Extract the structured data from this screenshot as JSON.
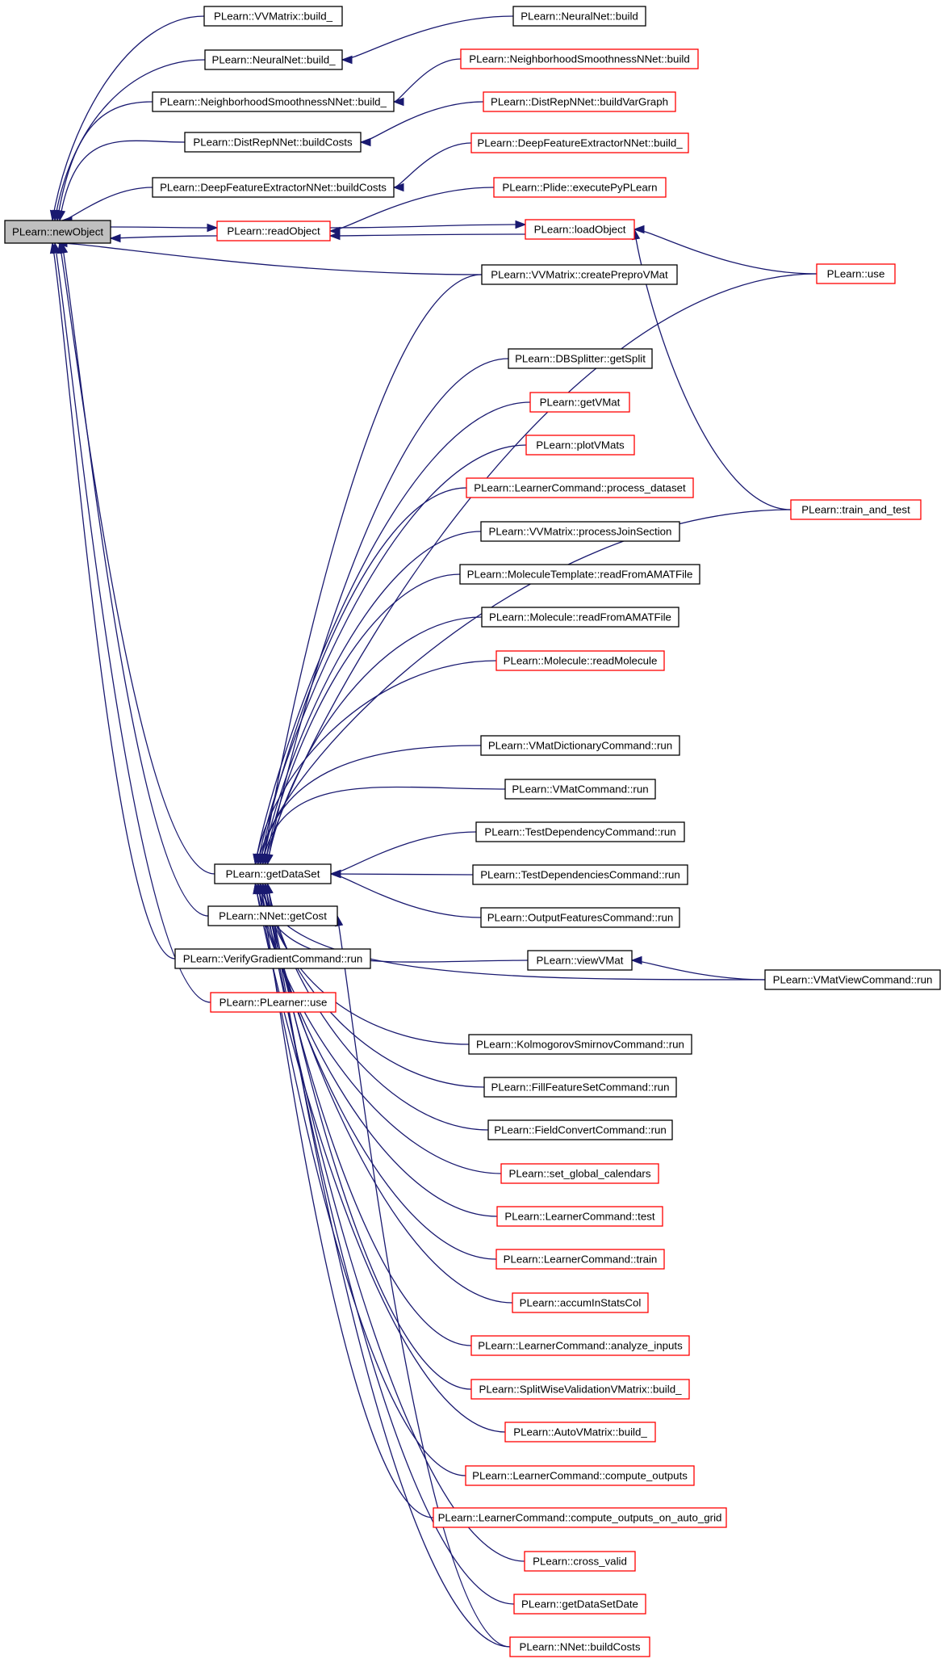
{
  "graph": {
    "colors": {
      "edge": "#191970",
      "red_border": "#ff0000",
      "black_border": "#000000",
      "root_fill": "#bfbfbf"
    },
    "nodes": [
      {
        "id": "newObject",
        "label": "PLearn::newObject",
        "style": "root"
      },
      {
        "id": "vvm_build",
        "label": "PLearn::VVMatrix::build_",
        "style": "black"
      },
      {
        "id": "nn_build_",
        "label": "PLearn::NeuralNet::build_",
        "style": "black"
      },
      {
        "id": "nsnn_build_",
        "label": "PLearn::NeighborhoodSmoothnessNNet::build_",
        "style": "black"
      },
      {
        "id": "drnn_buildCosts",
        "label": "PLearn::DistRepNNet::buildCosts",
        "style": "black"
      },
      {
        "id": "dfe_buildCosts",
        "label": "PLearn::DeepFeatureExtractorNNet::buildCosts",
        "style": "black"
      },
      {
        "id": "readObject",
        "label": "PLearn::readObject",
        "style": "red"
      },
      {
        "id": "getDataSet",
        "label": "PLearn::getDataSet",
        "style": "black"
      },
      {
        "id": "nnet_getCost",
        "label": "PLearn::NNet::getCost",
        "style": "black"
      },
      {
        "id": "verifyGrad",
        "label": "PLearn::VerifyGradientCommand::run",
        "style": "black"
      },
      {
        "id": "plearner_use",
        "label": "PLearn::PLearner::use",
        "style": "red"
      },
      {
        "id": "nn_build",
        "label": "PLearn::NeuralNet::build",
        "style": "black"
      },
      {
        "id": "nsnn_build",
        "label": "PLearn::NeighborhoodSmoothnessNNet::build",
        "style": "red"
      },
      {
        "id": "drnn_bvg",
        "label": "PLearn::DistRepNNet::buildVarGraph",
        "style": "red"
      },
      {
        "id": "dfe_build_",
        "label": "PLearn::DeepFeatureExtractorNNet::build_",
        "style": "red"
      },
      {
        "id": "plide_exec",
        "label": "PLearn::Plide::executePyPLearn",
        "style": "red"
      },
      {
        "id": "loadObject",
        "label": "PLearn::loadObject",
        "style": "red"
      },
      {
        "id": "vvm_cpv",
        "label": "PLearn::VVMatrix::createPreproVMat",
        "style": "black"
      },
      {
        "id": "dbsplit",
        "label": "PLearn::DBSplitter::getSplit",
        "style": "black"
      },
      {
        "id": "getVMat",
        "label": "PLearn::getVMat",
        "style": "red"
      },
      {
        "id": "plotVMats",
        "label": "PLearn::plotVMats",
        "style": "red"
      },
      {
        "id": "lc_process",
        "label": "PLearn::LearnerCommand::process_dataset",
        "style": "red"
      },
      {
        "id": "vvm_pjs",
        "label": "PLearn::VVMatrix::processJoinSection",
        "style": "black"
      },
      {
        "id": "molt_read",
        "label": "PLearn::MoleculeTemplate::readFromAMATFile",
        "style": "black"
      },
      {
        "id": "mol_read",
        "label": "PLearn::Molecule::readFromAMATFile",
        "style": "black"
      },
      {
        "id": "mol_readmol",
        "label": "PLearn::Molecule::readMolecule",
        "style": "red"
      },
      {
        "id": "vmdict",
        "label": "PLearn::VMatDictionaryCommand::run",
        "style": "black"
      },
      {
        "id": "vmatcmd",
        "label": "PLearn::VMatCommand::run",
        "style": "black"
      },
      {
        "id": "testdep",
        "label": "PLearn::TestDependencyCommand::run",
        "style": "black"
      },
      {
        "id": "testdeps",
        "label": "PLearn::TestDependenciesCommand::run",
        "style": "black"
      },
      {
        "id": "outfeat",
        "label": "PLearn::OutputFeaturesCommand::run",
        "style": "black"
      },
      {
        "id": "viewVMat",
        "label": "PLearn::viewVMat",
        "style": "black"
      },
      {
        "id": "ks",
        "label": "PLearn::KolmogorovSmirnovCommand::run",
        "style": "black"
      },
      {
        "id": "fillfs",
        "label": "PLearn::FillFeatureSetCommand::run",
        "style": "black"
      },
      {
        "id": "fieldconv",
        "label": "PLearn::FieldConvertCommand::run",
        "style": "black"
      },
      {
        "id": "setcal",
        "label": "PLearn::set_global_calendars",
        "style": "red"
      },
      {
        "id": "lc_test",
        "label": "PLearn::LearnerCommand::test",
        "style": "red"
      },
      {
        "id": "lc_train",
        "label": "PLearn::LearnerCommand::train",
        "style": "red"
      },
      {
        "id": "accum",
        "label": "PLearn::accumInStatsCol",
        "style": "red"
      },
      {
        "id": "lc_analyze",
        "label": "PLearn::LearnerCommand::analyze_inputs",
        "style": "red"
      },
      {
        "id": "swvm_build",
        "label": "PLearn::SplitWiseValidationVMatrix::build_",
        "style": "red"
      },
      {
        "id": "autovm_build",
        "label": "PLearn::AutoVMatrix::build_",
        "style": "red"
      },
      {
        "id": "lc_compute",
        "label": "PLearn::LearnerCommand::compute_outputs",
        "style": "red"
      },
      {
        "id": "lc_compute_grid",
        "label": "PLearn::LearnerCommand::compute_outputs_on_auto_grid",
        "style": "red"
      },
      {
        "id": "crossvalid",
        "label": "PLearn::cross_valid",
        "style": "red"
      },
      {
        "id": "getdsdate",
        "label": "PLearn::getDataSetDate",
        "style": "red"
      },
      {
        "id": "nnet_buildCosts",
        "label": "PLearn::NNet::buildCosts",
        "style": "red"
      },
      {
        "id": "use",
        "label": "PLearn::use",
        "style": "red"
      },
      {
        "id": "train_test",
        "label": "PLearn::train_and_test",
        "style": "red"
      },
      {
        "id": "vmview",
        "label": "PLearn::VMatViewCommand::run",
        "style": "black"
      }
    ],
    "edges": [
      [
        "vvm_build",
        "newObject"
      ],
      [
        "nn_build_",
        "newObject"
      ],
      [
        "nsnn_build_",
        "newObject"
      ],
      [
        "drnn_buildCosts",
        "newObject"
      ],
      [
        "dfe_buildCosts",
        "newObject"
      ],
      [
        "readObject",
        "newObject"
      ],
      [
        "newObject",
        "readObject"
      ],
      [
        "vvm_cpv",
        "newObject"
      ],
      [
        "getDataSet",
        "newObject"
      ],
      [
        "nnet_getCost",
        "newObject"
      ],
      [
        "verifyGrad",
        "newObject"
      ],
      [
        "plearner_use",
        "newObject"
      ],
      [
        "nn_build",
        "nn_build_"
      ],
      [
        "nsnn_build",
        "nsnn_build_"
      ],
      [
        "drnn_bvg",
        "drnn_buildCosts"
      ],
      [
        "dfe_build_",
        "dfe_buildCosts"
      ],
      [
        "plide_exec",
        "readObject"
      ],
      [
        "loadObject",
        "readObject"
      ],
      [
        "readObject",
        "loadObject"
      ],
      [
        "use",
        "loadObject"
      ],
      [
        "train_test",
        "loadObject"
      ],
      [
        "vvm_cpv",
        "getDataSet"
      ],
      [
        "use",
        "getDataSet"
      ],
      [
        "dbsplit",
        "getDataSet"
      ],
      [
        "getVMat",
        "getDataSet"
      ],
      [
        "plotVMats",
        "getDataSet"
      ],
      [
        "lc_process",
        "getDataSet"
      ],
      [
        "vvm_pjs",
        "getDataSet"
      ],
      [
        "molt_read",
        "getDataSet"
      ],
      [
        "mol_read",
        "getDataSet"
      ],
      [
        "mol_readmol",
        "getDataSet"
      ],
      [
        "train_test",
        "getDataSet"
      ],
      [
        "vmdict",
        "getDataSet"
      ],
      [
        "vmatcmd",
        "getDataSet"
      ],
      [
        "testdep",
        "getDataSet"
      ],
      [
        "testdeps",
        "getDataSet"
      ],
      [
        "outfeat",
        "getDataSet"
      ],
      [
        "viewVMat",
        "getDataSet"
      ],
      [
        "vmview",
        "getDataSet"
      ],
      [
        "ks",
        "getDataSet"
      ],
      [
        "fillfs",
        "getDataSet"
      ],
      [
        "fieldconv",
        "getDataSet"
      ],
      [
        "setcal",
        "getDataSet"
      ],
      [
        "lc_test",
        "getDataSet"
      ],
      [
        "lc_train",
        "getDataSet"
      ],
      [
        "accum",
        "getDataSet"
      ],
      [
        "lc_analyze",
        "getDataSet"
      ],
      [
        "swvm_build",
        "getDataSet"
      ],
      [
        "autovm_build",
        "getDataSet"
      ],
      [
        "lc_compute",
        "getDataSet"
      ],
      [
        "lc_compute_grid",
        "getDataSet"
      ],
      [
        "crossvalid",
        "getDataSet"
      ],
      [
        "getdsdate",
        "getDataSet"
      ],
      [
        "nnet_buildCosts",
        "getDataSet"
      ],
      [
        "nnet_buildCosts",
        "nnet_getCost"
      ],
      [
        "vmview",
        "viewVMat"
      ]
    ]
  }
}
